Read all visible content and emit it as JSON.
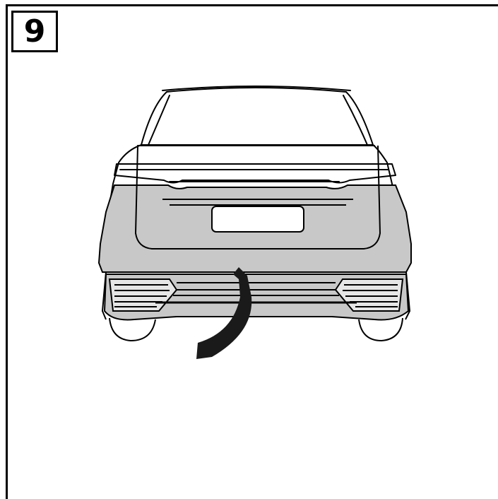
{
  "step": {
    "number": "9"
  },
  "illustration": {
    "subject": "car-rear-view",
    "highlight_color": "#c8c8c8",
    "line_color": "#000000",
    "arrow_color": "#1a1a1a",
    "arrow_direction": "down-left"
  }
}
